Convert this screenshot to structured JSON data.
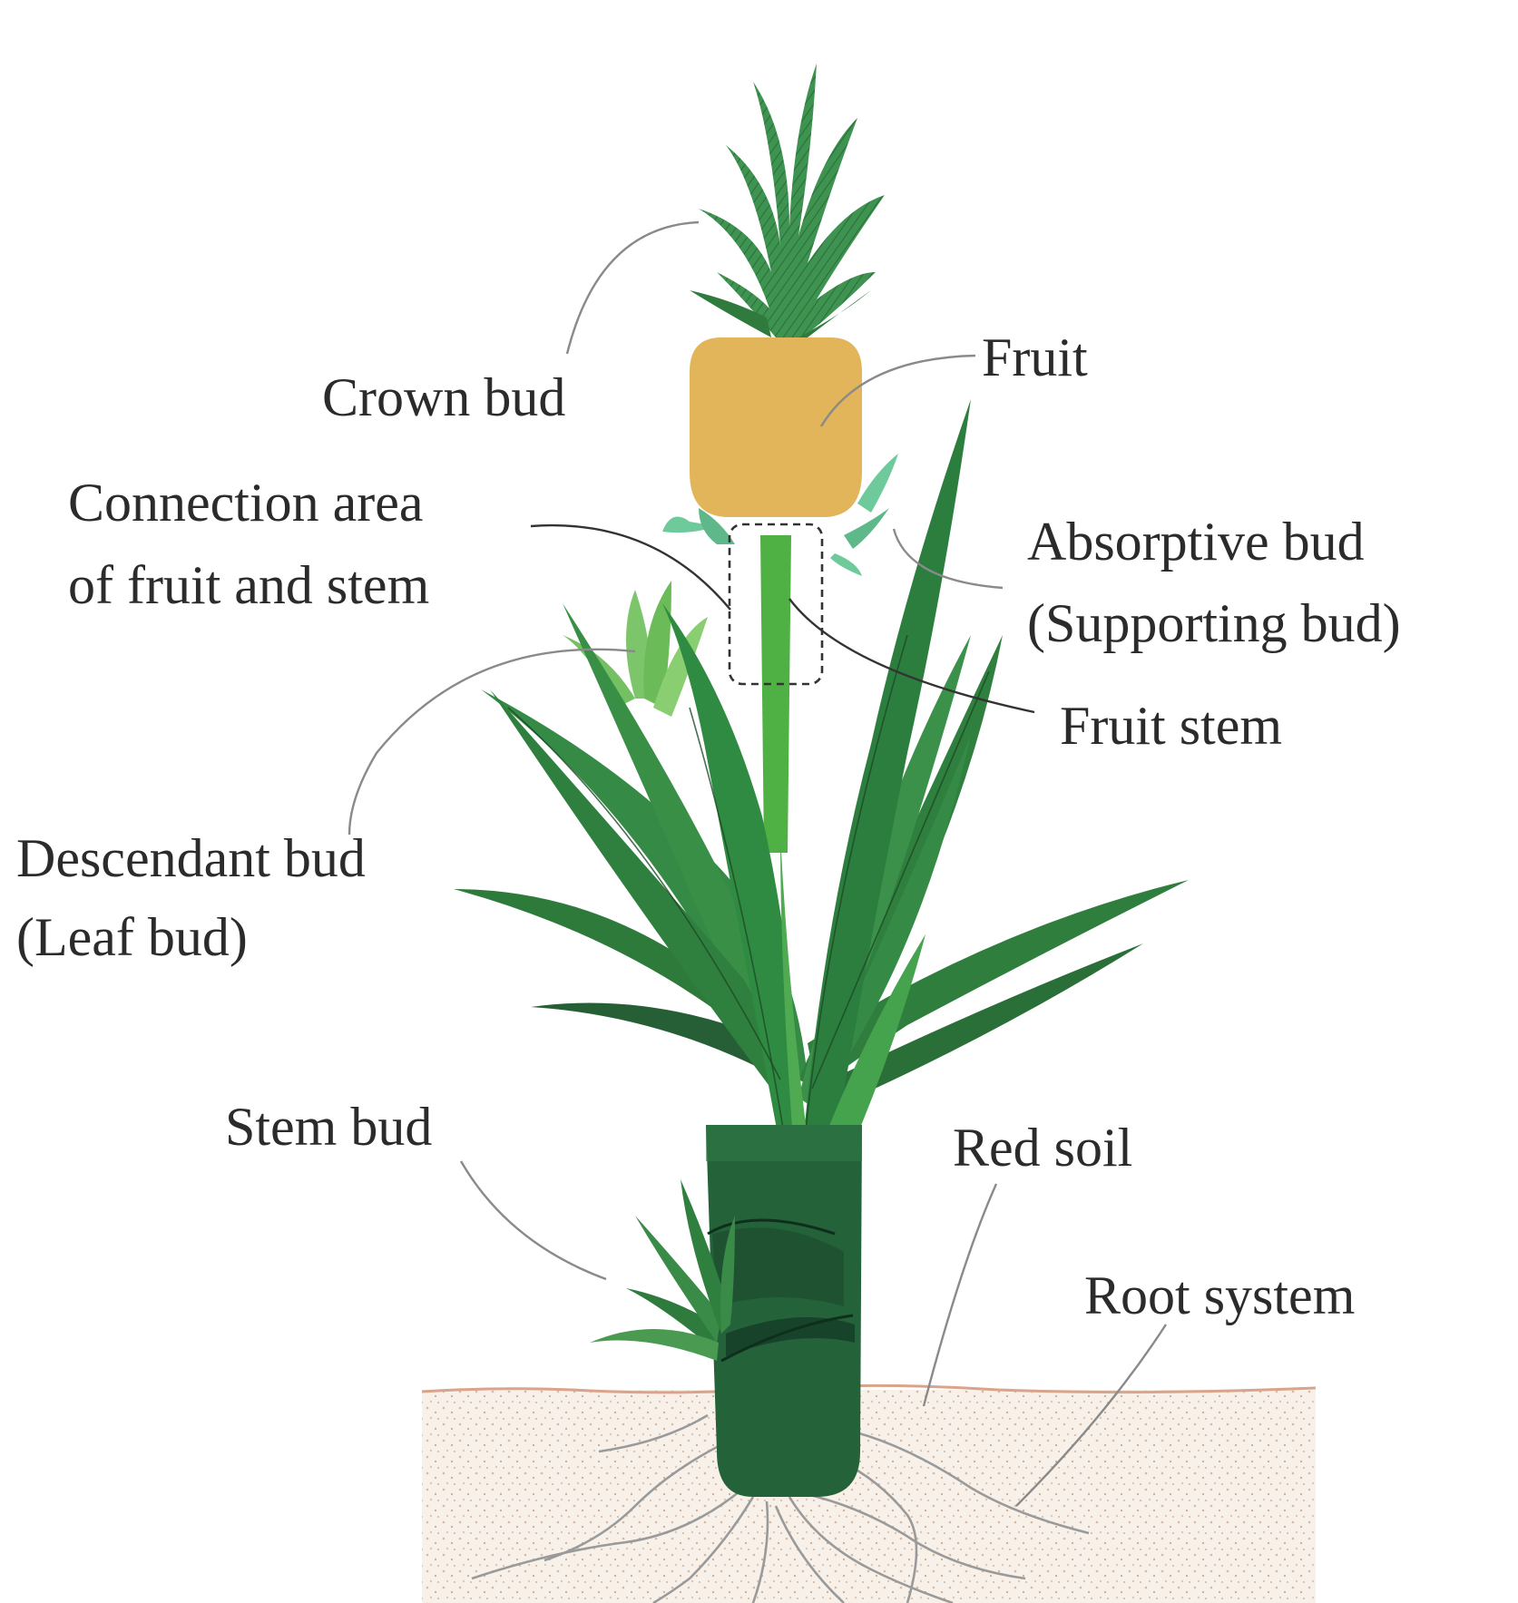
{
  "labels": {
    "crown_bud": "Crown bud",
    "fruit": "Fruit",
    "connection_line1": "Connection area",
    "connection_line2": "of fruit and stem",
    "absorptive_line1": "Absorptive bud",
    "absorptive_line2": "(Supporting bud)",
    "fruit_stem": "Fruit stem",
    "descendant_line1": "Descendant bud",
    "descendant_line2": "(Leaf bud)",
    "stem_bud": "Stem bud",
    "red_soil": "Red soil",
    "root_system": "Root system"
  },
  "colors": {
    "leaf_dark": "#2e7a3c",
    "leaf_mid": "#3a8f47",
    "leaf_light": "#6dbd5a",
    "fruit_stem": "#4fb143",
    "fruit": "#e3b55a",
    "crown": "#3c8f4c",
    "absorptive_bud": "#6ec99b",
    "soil_line": "#d9a48a",
    "soil_fill": "#f6efe8",
    "root": "#9a9a9a",
    "stem_base": "#24623a"
  }
}
